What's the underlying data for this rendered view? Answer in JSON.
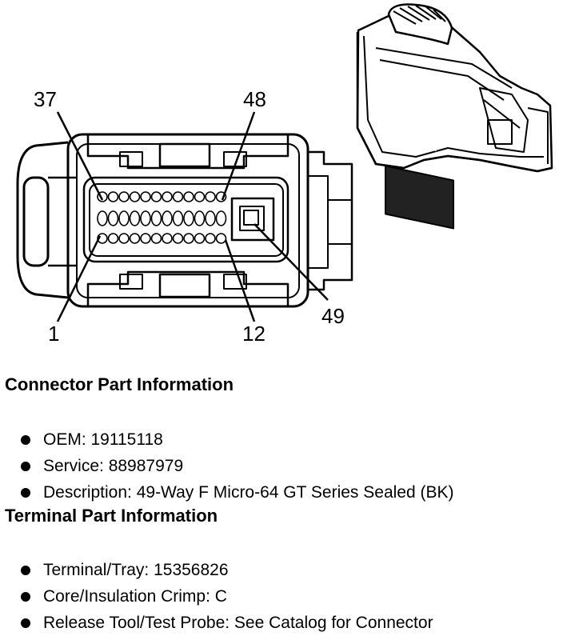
{
  "diagram": {
    "pin_labels": {
      "top_left": "37",
      "top_right": "48",
      "bottom_left": "1",
      "bottom_middle": "12",
      "bottom_right": "49"
    }
  },
  "connector_info": {
    "title": "Connector Part Information",
    "items": [
      "OEM: 19115118",
      "Service: 88987979",
      "Description: 49-Way F Micro-64 GT Series Sealed (BK)"
    ]
  },
  "terminal_info": {
    "title": "Terminal Part Information",
    "items": [
      "Terminal/Tray: 15356826",
      "Core/Insulation Crimp: C",
      "Release Tool/Test Probe: See Catalog for Connector"
    ]
  }
}
